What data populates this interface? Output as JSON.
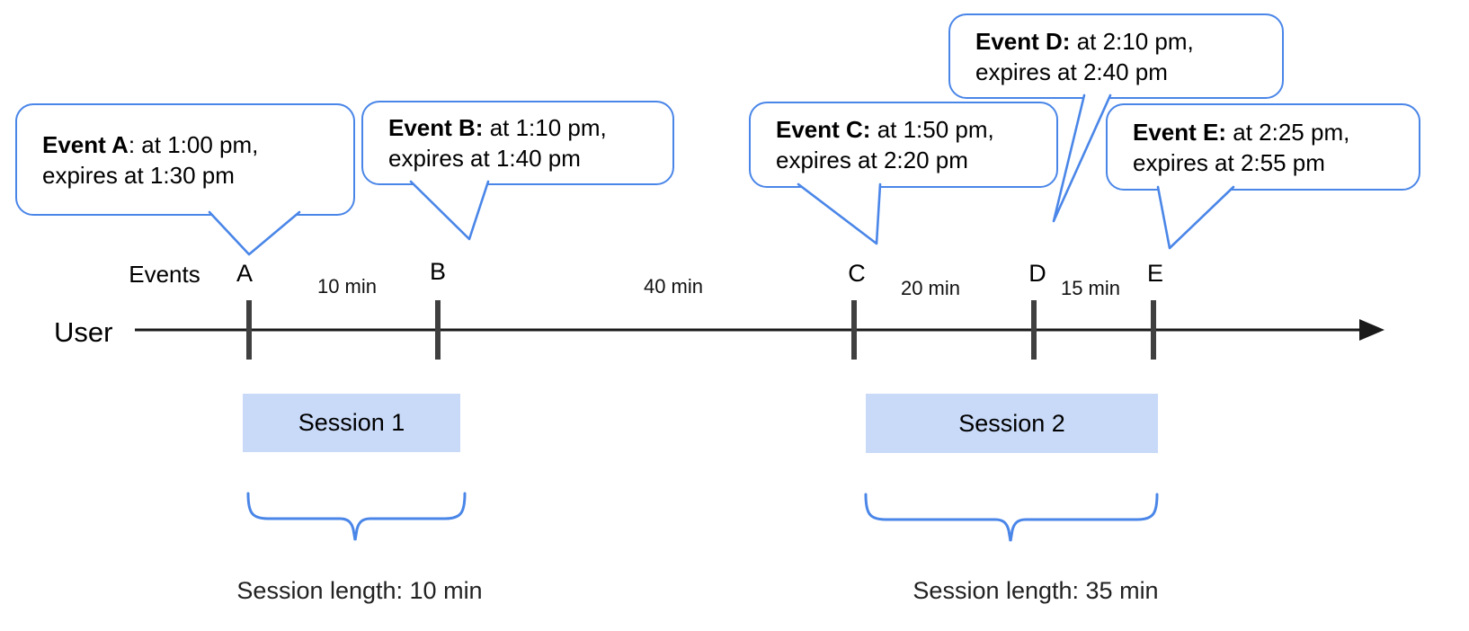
{
  "colors": {
    "accent_blue": "#4a86e8",
    "session_fill": "#c9daf8",
    "axis_black": "#1a1a1a",
    "tick_gray": "#404040"
  },
  "timeline": {
    "user_label": "User",
    "events_label": "Events"
  },
  "events": [
    {
      "label": "A",
      "bold": "Event A",
      "rest": ": at 1:00 pm,",
      "line2": "expires at 1:30 pm"
    },
    {
      "label": "B",
      "bold": "Event B:",
      "rest": " at 1:10 pm,",
      "line2": "expires at 1:40 pm"
    },
    {
      "label": "C",
      "bold": "Event C:",
      "rest": " at 1:50 pm,",
      "line2": "expires at 2:20 pm"
    },
    {
      "label": "D",
      "bold": "Event D:",
      "rest": " at 2:10 pm,",
      "line2": "expires at 2:40 pm"
    },
    {
      "label": "E",
      "bold": "Event E:",
      "rest": " at 2:25 pm,",
      "line2": "expires at 2:55 pm"
    }
  ],
  "intervals": [
    {
      "label": "10 min"
    },
    {
      "label": "40 min"
    },
    {
      "label": "20 min"
    },
    {
      "label": "15 min"
    }
  ],
  "sessions": [
    {
      "label": "Session 1",
      "length": "Session length: 10 min"
    },
    {
      "label": "Session 2",
      "length": "Session length: 35 min"
    }
  ]
}
